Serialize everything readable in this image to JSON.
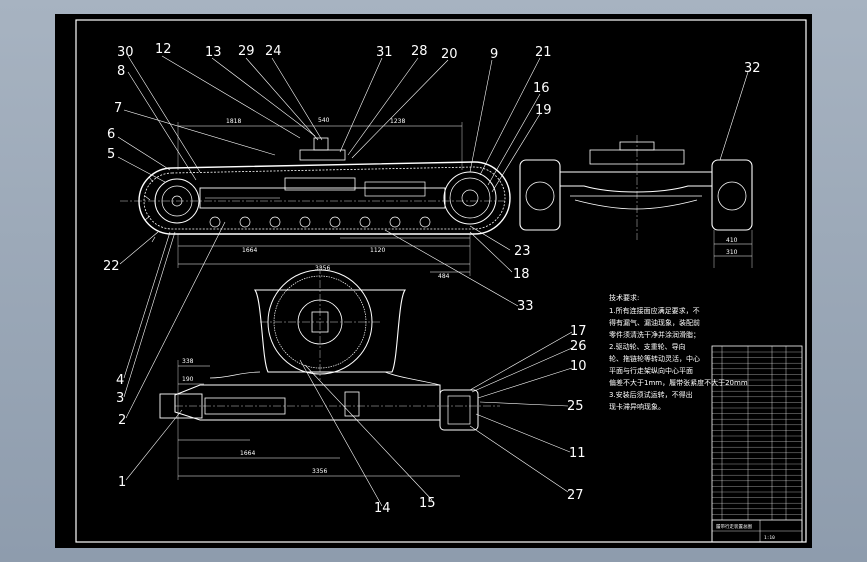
{
  "drawing": {
    "part_labels": [
      {
        "id": "p30",
        "text": "30"
      },
      {
        "id": "p12",
        "text": "12"
      },
      {
        "id": "p13",
        "text": "13"
      },
      {
        "id": "p29",
        "text": "29"
      },
      {
        "id": "p24",
        "text": "24"
      },
      {
        "id": "p31",
        "text": "31"
      },
      {
        "id": "p28",
        "text": "28"
      },
      {
        "id": "p20",
        "text": "20"
      },
      {
        "id": "p9",
        "text": "9"
      },
      {
        "id": "p21",
        "text": "21"
      },
      {
        "id": "p32",
        "text": "32"
      },
      {
        "id": "p8",
        "text": "8"
      },
      {
        "id": "p7",
        "text": "7"
      },
      {
        "id": "p6",
        "text": "6"
      },
      {
        "id": "p5",
        "text": "5"
      },
      {
        "id": "p16",
        "text": "16"
      },
      {
        "id": "p19",
        "text": "19"
      },
      {
        "id": "p22",
        "text": "22"
      },
      {
        "id": "p23",
        "text": "23"
      },
      {
        "id": "p18",
        "text": "18"
      },
      {
        "id": "p33",
        "text": "33"
      },
      {
        "id": "p4",
        "text": "4"
      },
      {
        "id": "p3",
        "text": "3"
      },
      {
        "id": "p2",
        "text": "2"
      },
      {
        "id": "p1",
        "text": "1"
      },
      {
        "id": "p17",
        "text": "17"
      },
      {
        "id": "p26",
        "text": "26"
      },
      {
        "id": "p10",
        "text": "10"
      },
      {
        "id": "p25",
        "text": "25"
      },
      {
        "id": "p11",
        "text": "11"
      },
      {
        "id": "p27",
        "text": "27"
      },
      {
        "id": "p14",
        "text": "14"
      },
      {
        "id": "p15",
        "text": "15"
      }
    ],
    "dimensions": {
      "top_left": "1818",
      "top_right": "1238",
      "top_center": "540",
      "bottom_1": "1664",
      "bottom_2": "3356",
      "bottom_3": "1120",
      "bottom_4": "484",
      "plan_1": "1664",
      "plan_2": "3356",
      "plan_3": "338",
      "plan_4": "190",
      "right_1": "410",
      "right_2": "310"
    },
    "tech_requirements": {
      "title": "技术要求:",
      "lines": [
        "1.所有连接面应满足要求，不",
        "得有漏气、漏油现象，装配前",
        "零件须清洗干净并涂润滑脂；",
        "2.驱动轮、支重轮、导向",
        "轮、拖链轮等转动灵活，中心",
        "平面与行走架纵向中心平面",
        "偏差不大于1mm，履带张紧度不大于20mm",
        "3.安装后须试运转，不得出",
        "现卡滞异响现象。"
      ]
    },
    "title_block": {
      "title": "履带行走装置总图",
      "scale": "1:10"
    }
  }
}
